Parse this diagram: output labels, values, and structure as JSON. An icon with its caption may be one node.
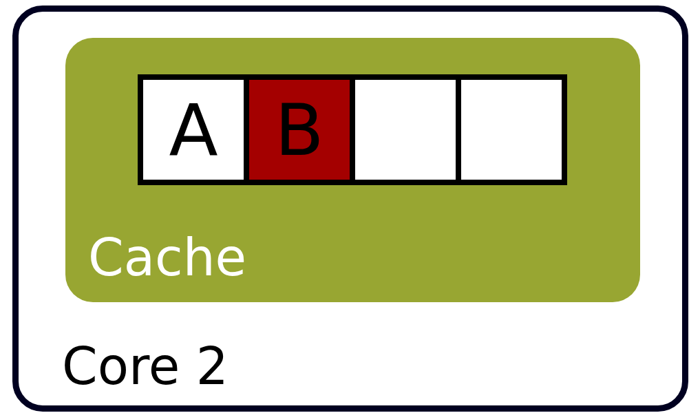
{
  "diagram": {
    "nodes": [
      {
        "text": [
          "Core 2"
        ]
      },
      {
        "text": [
          "Cache"
        ],
        "in": 0
      },
      {
        "text": [
          "A"
        ],
        "in": 1
      },
      {
        "text": [
          "B"
        ],
        "in": 1
      },
      {
        "text": [],
        "shape": "box",
        "in": 1
      },
      {
        "text": [],
        "shape": "box",
        "in": 1
      }
    ]
  }
}
